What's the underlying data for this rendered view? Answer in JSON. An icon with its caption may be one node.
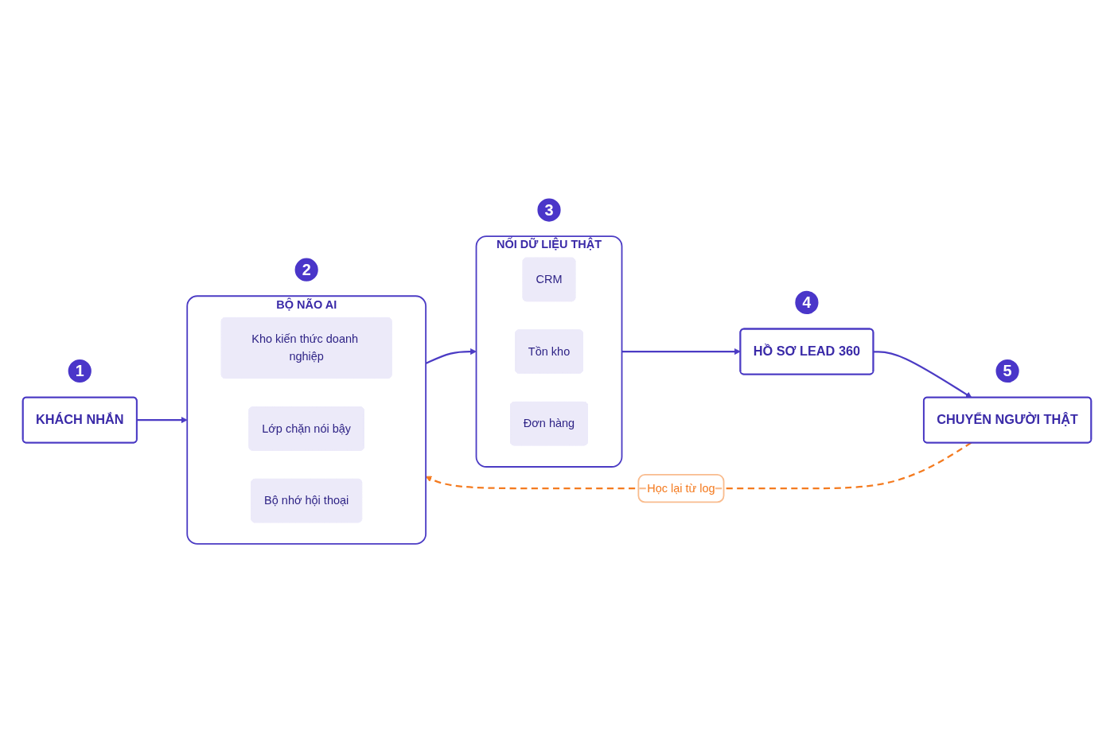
{
  "diagram": {
    "nodes": [
      {
        "text": [
          "1"
        ]
      },
      {
        "text": [
          "KHÁCH NHẮN"
        ]
      },
      {
        "text": [
          "2"
        ]
      },
      {
        "text": [
          "BỘ NÃO AI"
        ]
      },
      {
        "text": [
          "Kho kiến thức doanh nghiệp"
        ],
        "in": 3
      },
      {
        "text": [
          "Lớp chặn nói bậy"
        ],
        "in": 3
      },
      {
        "text": [
          "Bộ nhớ hội thoại"
        ],
        "in": 3
      },
      {
        "text": [
          "3"
        ]
      },
      {
        "text": [
          "NỐI DỮ LIỆU THẬT"
        ]
      },
      {
        "text": [
          "CRM"
        ],
        "in": 8
      },
      {
        "text": [
          "Tồn kho"
        ],
        "in": 8
      },
      {
        "text": [
          "Đơn hàng"
        ],
        "in": 8
      },
      {
        "text": [
          "4"
        ]
      },
      {
        "text": [
          "HỒ SƠ LEAD 360"
        ]
      },
      {
        "text": [
          "5"
        ]
      },
      {
        "text": [
          "CHUYỂN NGƯỜI THẬT"
        ]
      }
    ],
    "edges": [
      {
        "from": 1,
        "to": 3,
        "arrow": "to"
      },
      {
        "from": 3,
        "to": 8,
        "arrow": "to"
      },
      {
        "from": 8,
        "to": 13,
        "arrow": "to"
      },
      {
        "from": 13,
        "to": 15,
        "arrow": "to"
      },
      {
        "from": 15,
        "to": 3,
        "arrow": "to",
        "label": "Học lại từ log",
        "style": "dashed",
        "color": "#f47b20"
      }
    ]
  }
}
